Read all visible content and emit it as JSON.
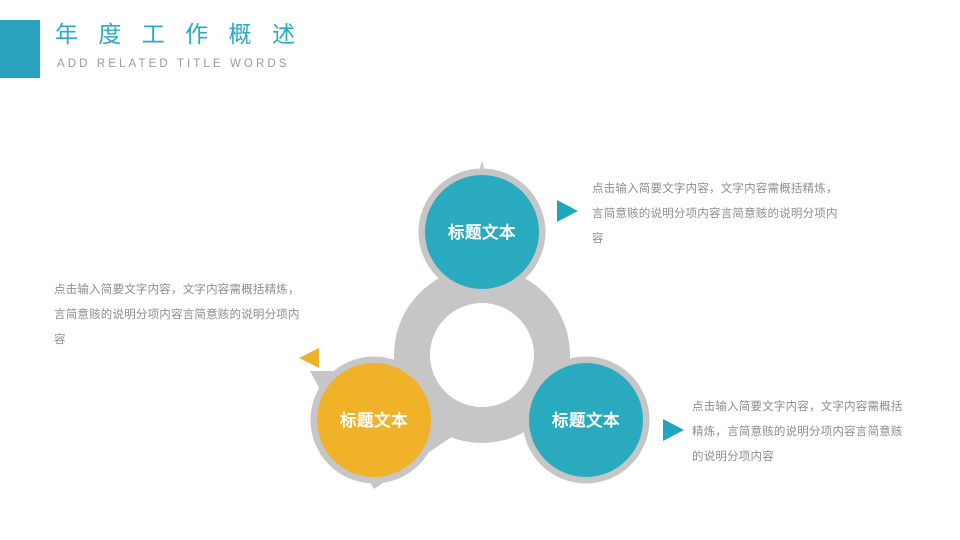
{
  "header": {
    "title": "年 度 工 作 概 述",
    "subtitle": "ADD RELATED TITLE WORDS",
    "accent_color": "#2aa3bf",
    "title_color": "#2aa9c0",
    "subtitle_color": "#9a9a9a"
  },
  "diagram": {
    "type": "three-node-spinner",
    "ring_color": "#c6c6c6",
    "hub_color": "#ffffff",
    "nodes": [
      {
        "id": "node-top",
        "label": "标题文本",
        "color": "#29aabe",
        "position": "top"
      },
      {
        "id": "node-bottom-left",
        "label": "标题文本",
        "color": "#efb229",
        "position": "bottom-left"
      },
      {
        "id": "node-bottom-right",
        "label": "标题文本",
        "color": "#29aabe",
        "position": "bottom-right"
      }
    ],
    "arrows": [
      {
        "id": "arrow-top-right",
        "color": "#21a6c0",
        "direction": "right"
      },
      {
        "id": "arrow-left",
        "color": "#edb22d",
        "direction": "left"
      },
      {
        "id": "arrow-bottom-right",
        "color": "#21a6c0",
        "direction": "right"
      }
    ]
  },
  "callouts": [
    {
      "id": "callout-top-right",
      "text": "点击输入简要文字内容，文字内容需概括精炼，言简意赅的说明分项内容言简意赅的说明分项内容"
    },
    {
      "id": "callout-left",
      "text": "点击输入简要文字内容，文字内容需概括精炼，言简意赅的说明分项内容言简意赅的说明分项内容"
    },
    {
      "id": "callout-bottom-right",
      "text": "点击输入简要文字内容，文字内容需概括精炼，言简意赅的说明分项内容言简意赅的说明分项内容"
    }
  ]
}
